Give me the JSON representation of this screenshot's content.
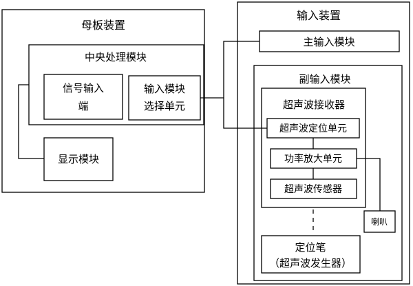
{
  "motherboard": {
    "title": "母板装置",
    "cpu": {
      "title": "中央处理模块",
      "signal_input_line1": "信号输入",
      "signal_input_line2": "端",
      "input_select_line1": "输入模块",
      "input_select_line2": "选择单元"
    },
    "display": "显示模块"
  },
  "input_device": {
    "title": "输入装置",
    "main_input": "主输入模块",
    "sub_input": {
      "title": "副输入模块",
      "receiver": {
        "title": "超声波接收器",
        "positioning_unit": "超声波定位单元",
        "power_amp_unit": "功率放大单元",
        "sensor": "超声波传感器"
      },
      "speaker": "喇叭",
      "pen_line1": "定位笔",
      "pen_line2": "（超声波发生器）"
    }
  }
}
